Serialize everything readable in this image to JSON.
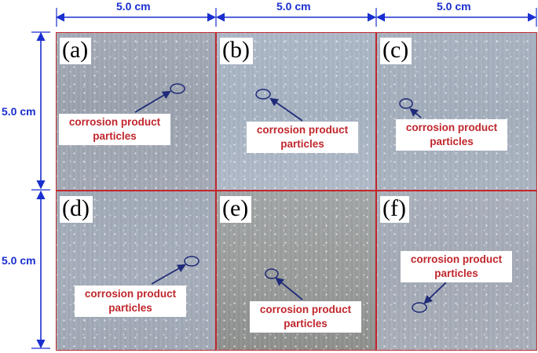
{
  "dimensions": {
    "top": [
      "5.0 cm",
      "5.0 cm",
      "5.0 cm"
    ],
    "left": [
      "5.0 cm",
      "5.0 cm"
    ],
    "color": "#1a2fd0"
  },
  "panels": [
    {
      "letter": "(a)",
      "callout_line1": "corrosion product",
      "callout_line2": "particles",
      "surface_color": "#9fa7b4"
    },
    {
      "letter": "(b)",
      "callout_line1": "corrosion product",
      "callout_line2": "particles",
      "surface_color": "#a9b4c4"
    },
    {
      "letter": "(c)",
      "callout_line1": "corrosion product",
      "callout_line2": "particles",
      "surface_color": "#a6b0bf"
    },
    {
      "letter": "(d)",
      "callout_line1": "corrosion product",
      "callout_line2": "particles",
      "surface_color": "#a3acba"
    },
    {
      "letter": "(e)",
      "callout_line1": "corrosion product",
      "callout_line2": "particles",
      "surface_color": "#9c9f9f"
    },
    {
      "letter": "(f)",
      "callout_line1": "corrosion product",
      "callout_line2": "particles",
      "surface_color": "#a4abb6"
    }
  ],
  "colors": {
    "panel_border": "#c0262c",
    "callout_text": "#c0262c",
    "arrow": "#1f2a78"
  }
}
